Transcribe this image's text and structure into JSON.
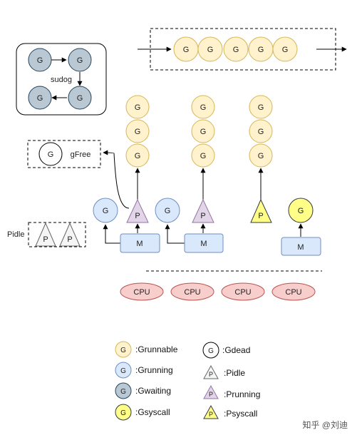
{
  "labels": {
    "g": "G",
    "p": "P",
    "m": "M",
    "cpu": "CPU",
    "sudog": "sudog",
    "gfree": "gFree",
    "pidle": "Pidle"
  },
  "legend": {
    "grunnable": ":Grunnable",
    "grunning": ":Grunning",
    "gwaiting": ":Gwaiting",
    "gsyscall": ":Gsyscall",
    "gdead": ":Gdead",
    "pidle": ":Pidle",
    "prunning": ":Prunning",
    "psyscall": ":Psyscall"
  },
  "watermark": "知乎 @刘迪",
  "colors": {
    "grunnable_fill": "#fff2cc",
    "grunnable_stroke": "#d6b656",
    "grunning_fill": "#dae8fc",
    "grunning_stroke": "#6c8ebf",
    "gwaiting_fill": "#bac8d3",
    "gwaiting_stroke": "#23445d",
    "gsyscall_fill": "#ffff88",
    "gsyscall_stroke": "#36393d",
    "gdead_fill": "#ffffff",
    "pidle_fill": "#f5f5f5",
    "prunning_fill": "#e1d5e7",
    "prunning_stroke": "#9673a6",
    "psyscall_fill": "#ffff88",
    "m_fill": "#dae8fc",
    "m_stroke": "#6c8ebf",
    "cpu_fill": "#f8cecc",
    "cpu_stroke": "#b85450"
  }
}
